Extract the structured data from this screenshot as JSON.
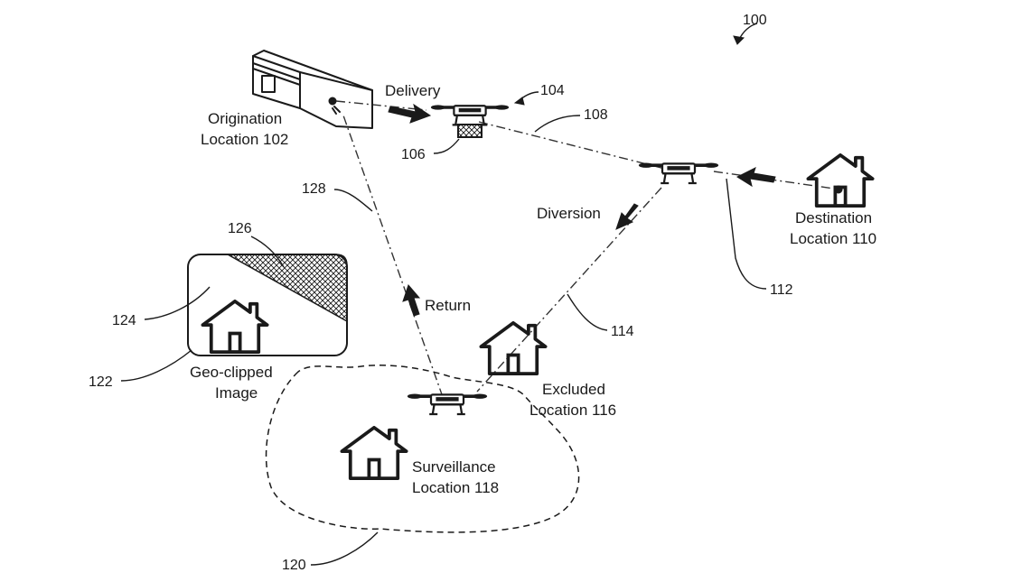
{
  "figure_number": "100",
  "labels": {
    "origination": [
      "Origination",
      "Location 102"
    ],
    "delivery": "Delivery",
    "destination": [
      "Destination",
      "Location 110"
    ],
    "diversion": "Diversion",
    "return": "Return",
    "excluded": [
      "Excluded",
      "Location 116"
    ],
    "surveillance": [
      "Surveillance",
      "Location 118"
    ],
    "geo_clipped": [
      "Geo-clipped",
      "Image"
    ]
  },
  "refs": {
    "r104": "104",
    "r106": "106",
    "r108": "108",
    "r112": "112",
    "r114": "114",
    "r120": "120",
    "r122": "122",
    "r124": "124",
    "r126": "126",
    "r128": "128"
  }
}
